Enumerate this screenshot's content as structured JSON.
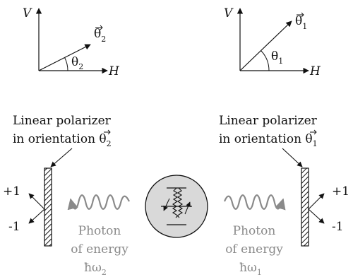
{
  "left_axes": {
    "v_label": "V",
    "h_label": "H",
    "vector_symbol": "θ",
    "vector_sub": "2",
    "angle_symbol": "θ",
    "angle_sub": "2"
  },
  "right_axes": {
    "v_label": "V",
    "h_label": "H",
    "vector_symbol": "θ",
    "vector_sub": "1",
    "angle_symbol": "θ",
    "angle_sub": "1"
  },
  "left_polarizer": {
    "line1": "Linear polarizer",
    "line2": "in orientation ",
    "theta_symbol": "θ",
    "theta_sub": "2",
    "plus_label": "+1",
    "minus_label": "-1"
  },
  "right_polarizer": {
    "line1": "Linear polarizer",
    "line2": "in orientation ",
    "theta_symbol": "θ",
    "theta_sub": "1",
    "plus_label": "+1",
    "minus_label": "-1"
  },
  "left_photon": {
    "line1": "Photon",
    "line2": "of energy",
    "hbar": "ħ",
    "omega": "ω",
    "sub": "2"
  },
  "right_photon": {
    "line1": "Photon",
    "line2": "of energy",
    "hbar": "ħ",
    "omega": "ω",
    "sub": "1"
  },
  "colors": {
    "ink": "#111111",
    "photon_gray": "#8a8a8a",
    "source_fill": "#d9d9d9"
  }
}
